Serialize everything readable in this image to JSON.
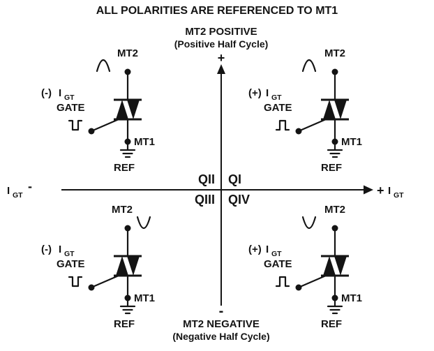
{
  "title": "ALL POLARITIES ARE REFERENCED TO MT1",
  "axis": {
    "top_label": "MT2 POSITIVE",
    "top_sublabel": "(Positive Half Cycle)",
    "top_sign": "+",
    "bottom_sign": "-",
    "bottom_label": "MT2 NEGATIVE",
    "bottom_sublabel": "(Negative Half Cycle)",
    "left_current": "I",
    "left_current_sub": "GT",
    "left_sign": "-",
    "right_sign": "+",
    "right_current": "I",
    "right_current_sub": "GT"
  },
  "quadrant_labels": {
    "q1": "QI",
    "q2": "QII",
    "q3": "QIII",
    "q4": "QIV"
  },
  "cells": {
    "q1": {
      "polarity": "(+)",
      "current": "I",
      "current_sub": "GT",
      "gate": "GATE",
      "mt2": "MT2",
      "mt1": "MT1",
      "ref": "REF",
      "wave_icon": "positive-half-cycle-wave",
      "pulse_icon": "positive-pulse"
    },
    "q2": {
      "polarity": "(-)",
      "current": "I",
      "current_sub": "GT",
      "gate": "GATE",
      "mt2": "MT2",
      "mt1": "MT1",
      "ref": "REF",
      "wave_icon": "positive-half-cycle-wave",
      "pulse_icon": "negative-pulse"
    },
    "q3": {
      "polarity": "(-)",
      "current": "I",
      "current_sub": "GT",
      "gate": "GATE",
      "mt2": "MT2",
      "mt1": "MT1",
      "ref": "REF",
      "wave_icon": "negative-half-cycle-wave",
      "pulse_icon": "negative-pulse"
    },
    "q4": {
      "polarity": "(+)",
      "current": "I",
      "current_sub": "GT",
      "gate": "GATE",
      "mt2": "MT2",
      "mt1": "MT1",
      "ref": "REF",
      "wave_icon": "negative-half-cycle-wave",
      "pulse_icon": "positive-pulse"
    }
  }
}
